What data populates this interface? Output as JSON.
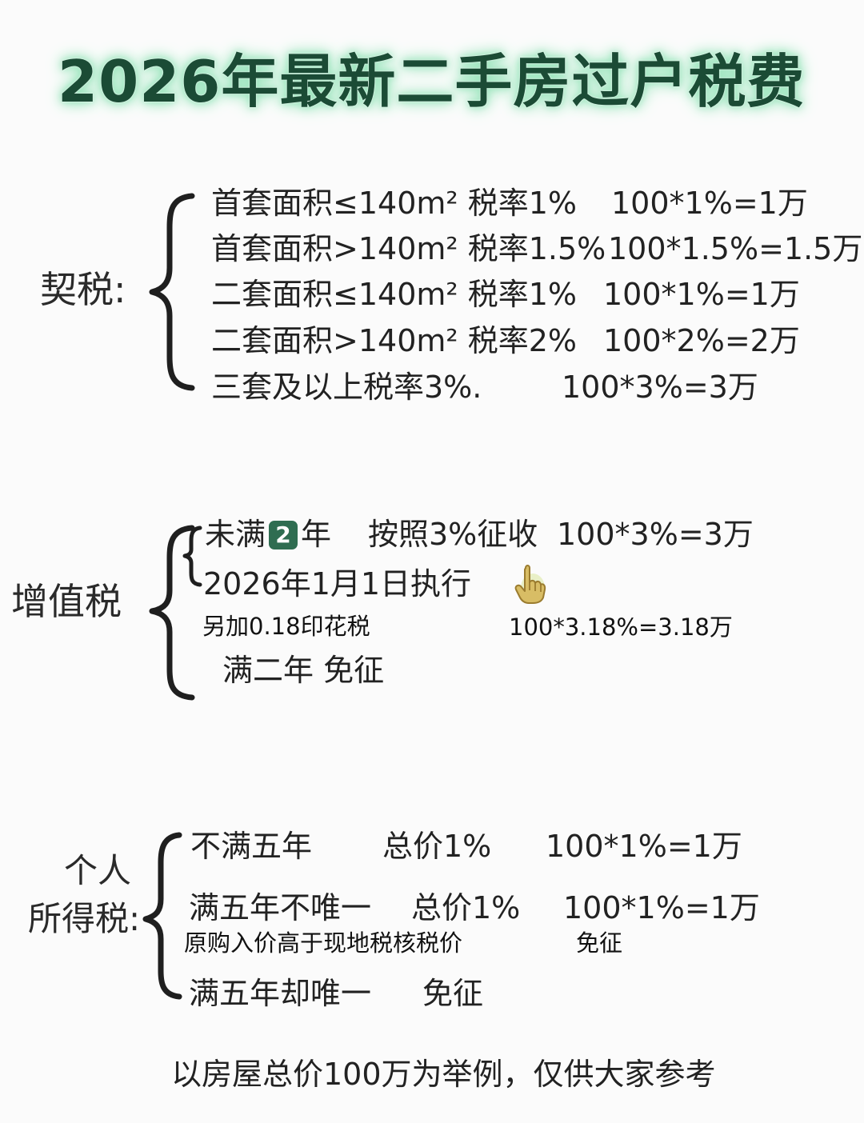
{
  "title": "2026年最新二手房过户税费",
  "sections": {
    "deed_tax": {
      "label": "契税:",
      "lines": [
        {
          "text": "首套面积≤140m²  税率1%",
          "calc": "100*1%=1万"
        },
        {
          "text": "首套面积>140m²  税率1.5%",
          "calc": "100*1.5%=1.5万"
        },
        {
          "text": "二套面积≤140m²  税率1%",
          "calc": "100*1%=1万"
        },
        {
          "text": "二套面积>140m²  税率2%",
          "calc": "100*2%=2万"
        },
        {
          "text": "三套及以上税率3%.",
          "calc": "100*3%=3万"
        }
      ]
    },
    "vat": {
      "label": "增值税",
      "line1_prefix": "未满",
      "line1_badge": "2",
      "line1_suffix": "年",
      "line1_rate": "按照3%征收",
      "line1_calc": "100*3%=3万",
      "line2": "2026年1月1日执行",
      "stamp_text": "另加0.18印花税",
      "stamp_calc": "100*3.18%=3.18万",
      "exempt": "满二年  免征",
      "hand_icon": "pointing-hand-icon"
    },
    "income_tax": {
      "label_line1": "个人",
      "label_line2": "所得税:",
      "lines": [
        {
          "text": "不满五年",
          "rate": "总价1%",
          "calc": "100*1%=1万"
        },
        {
          "text": "满五年不唯一",
          "rate": "总价1%",
          "calc": "100*1%=1万"
        },
        {
          "text": "原购入价高于现地税核税价",
          "rate": "免征"
        },
        {
          "text": "满五年却唯一",
          "rate": "免征"
        }
      ]
    }
  },
  "footer": "以房屋总价100万为举例，仅供大家参考",
  "colors": {
    "title": "#1b4b35",
    "title_glow": "#8ee0b4",
    "badge": "#2f6d51",
    "text": "#202020",
    "background": "#fbfbfb"
  }
}
